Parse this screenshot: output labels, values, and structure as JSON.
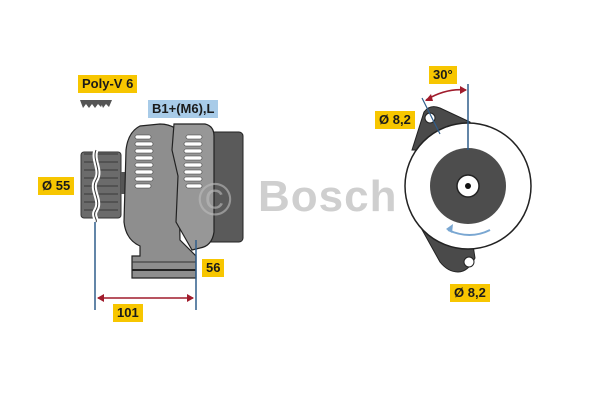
{
  "labels": {
    "poly_v": "Poly-V 6",
    "terminal": "B1+(M6),L",
    "pulley_diameter": "Ø 55",
    "dim_56": "56",
    "dim_101": "101",
    "angle": "30°",
    "hole_top": "Ø 8,2",
    "hole_bottom": "Ø 8,2"
  },
  "watermark": {
    "copyright": "©",
    "brand": "Bosch"
  },
  "colors": {
    "label_yellow": "#f7c600",
    "label_blue": "#a8cbe8",
    "body_gray": "#8a8a8a",
    "dark_gray": "#4a4a4a",
    "dimension_line": "#2f5d8a",
    "arrow_red": "#a01c2c",
    "watermark": "#cfcfcf"
  }
}
